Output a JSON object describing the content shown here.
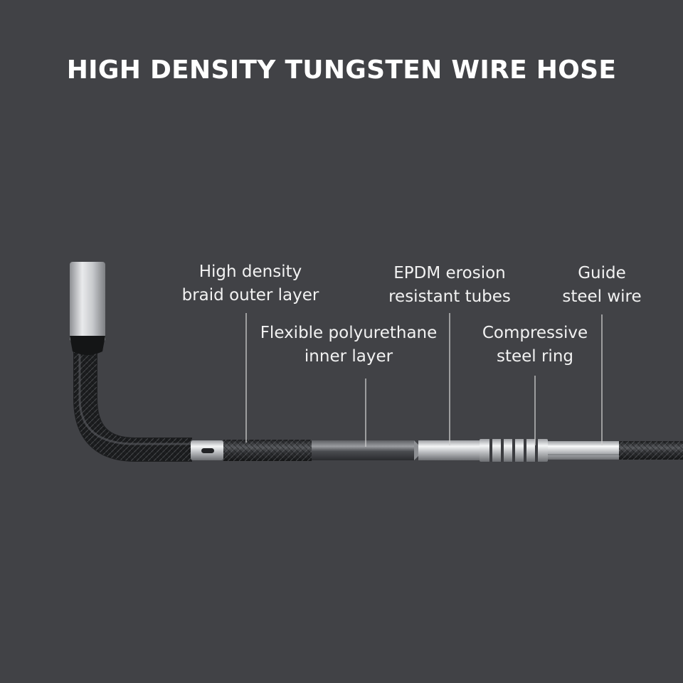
{
  "title": "HIGH DENSITY TUNGSTEN WIRE HOSE",
  "callouts": [
    {
      "id": "braid",
      "lines": [
        "High density",
        "braid outer layer"
      ]
    },
    {
      "id": "pu",
      "lines": [
        "Flexible polyurethane",
        "inner layer"
      ]
    },
    {
      "id": "epdm",
      "lines": [
        "EPDM erosion",
        "resistant tubes"
      ]
    },
    {
      "id": "ring",
      "lines": [
        "Compressive",
        "steel ring"
      ]
    },
    {
      "id": "guide",
      "lines": [
        "Guide",
        "steel wire"
      ]
    }
  ],
  "colors": {
    "background": "#414246",
    "text": "#f2f2f2",
    "hose": "#2a2b2e",
    "steel": "#c9cbce",
    "leader": "#d0d0d0"
  }
}
